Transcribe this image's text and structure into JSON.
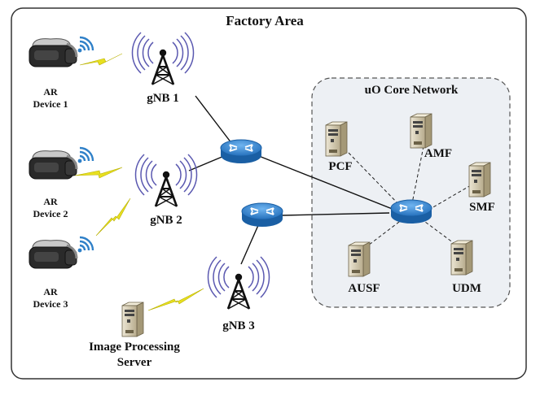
{
  "title": "Factory Area",
  "core": {
    "title": "uO Core Network"
  },
  "devices": [
    {
      "line1": "AR",
      "line2": "Device 1"
    },
    {
      "line1": "AR",
      "line2": "Device 2"
    },
    {
      "line1": "AR",
      "line2": "Device 3"
    }
  ],
  "gnbs": [
    "gNB 1",
    "gNB 2",
    "gNB 3"
  ],
  "server": {
    "line1": "Image Processing",
    "line2": "Server"
  },
  "functions": {
    "pcf": "PCF",
    "amf": "AMF",
    "smf": "SMF",
    "ausf": "AUSF",
    "udm": "UDM"
  },
  "icons": {
    "headset": "vr-headset-icon",
    "wifi": "wifi-signal-icon",
    "tower": "radio-tower-icon",
    "router": "router-icon",
    "server": "server-tower-icon",
    "link": "wireless-link-icon"
  },
  "colors": {
    "frame": "#333333",
    "core_fill": "#edf0f4",
    "router": "#2f7fd0",
    "tower_wave": "#5a58b0",
    "wifi": "#2f80c8",
    "lightning": "#e8e020",
    "server_body": "#d9cfb4"
  }
}
